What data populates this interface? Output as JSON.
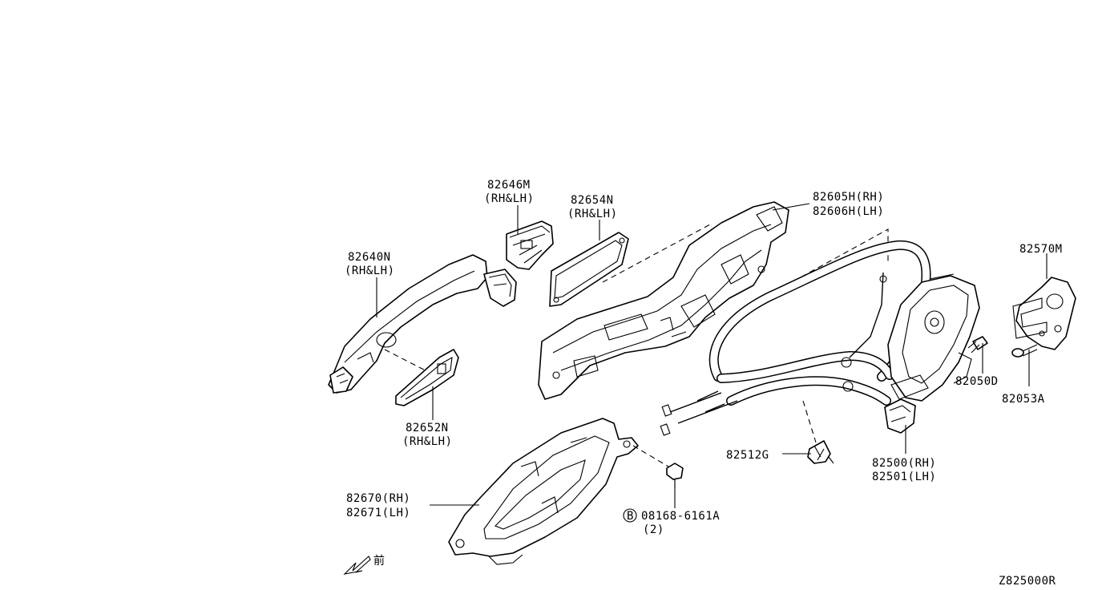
{
  "labels": {
    "p82646m": "82646M",
    "p82646m_side": "(RH&LH)",
    "p82654n": "82654N",
    "p82654n_side": "(RH&LH)",
    "p82640n": "82640N",
    "p82640n_side": "(RH&LH)",
    "p82652n": "82652N",
    "p82652n_side": "(RH&LH)",
    "p82605h": "82605H(RH)",
    "p82606h": "82606H(LH)",
    "p82570m": "82570M",
    "p82050d": "82050D",
    "p82053a": "82053A",
    "p82512g": "82512G",
    "p82500": "82500(RH)",
    "p82501": "82501(LH)",
    "p82670": "82670(RH)",
    "p82671": "82671(LH)",
    "bolt_circle": "B",
    "bolt_code": "08168-6161A",
    "bolt_qty": "(2)",
    "front_marker": "前",
    "diagram_code": "Z825000R"
  }
}
